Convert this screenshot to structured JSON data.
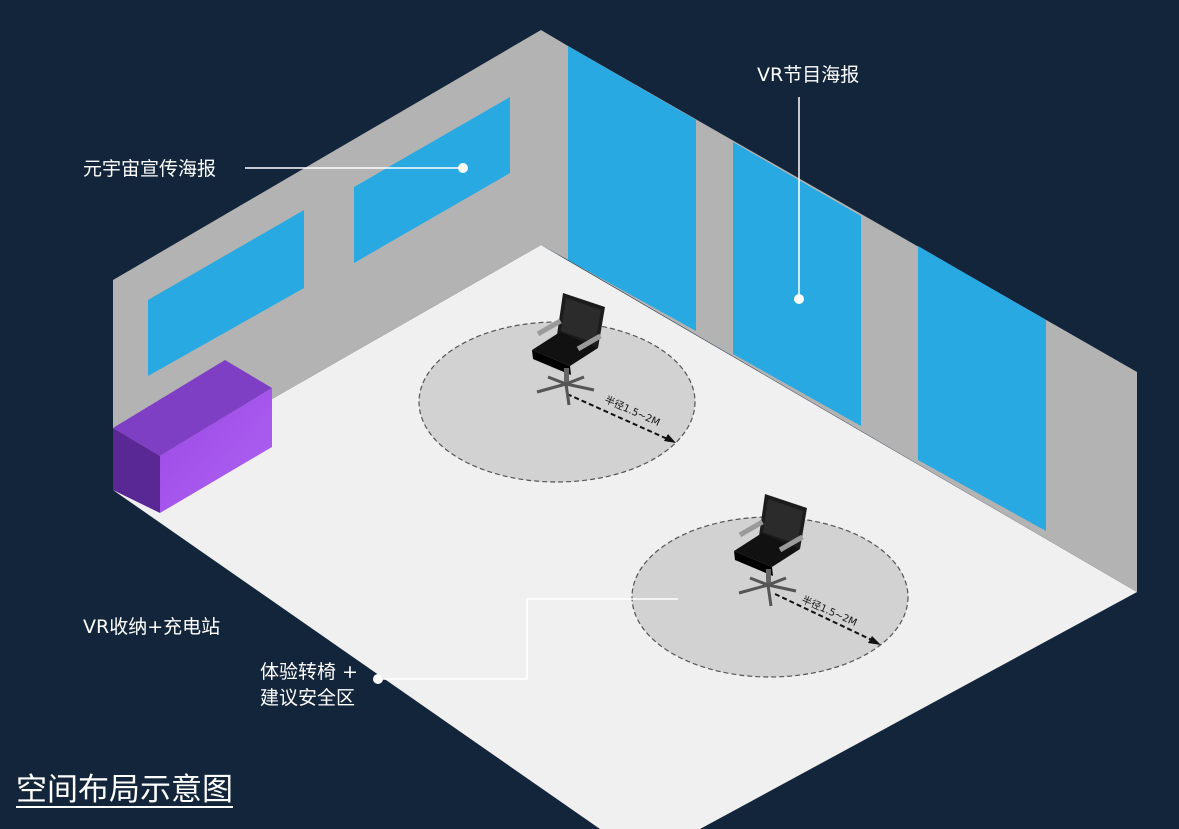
{
  "page_title": "空间布局示意图",
  "callouts": {
    "vr_program_poster": "VR节目海报",
    "metaverse_poster": "元宇宙宣传海报",
    "vr_charging_station": "VR收纳+充电站",
    "swivel_chair_zone": "体验转椅 +\n建议安全区"
  },
  "zone_radius_label": "半径1.5~2M",
  "colors": {
    "background": "#13253a",
    "wall": "#b3b3b3",
    "floor": "#f0f0f0",
    "poster": "#29a9e1",
    "charging_station": "#8e44d6",
    "safety_zone": "#d2d2d2",
    "callout_line": "#ffffff"
  }
}
